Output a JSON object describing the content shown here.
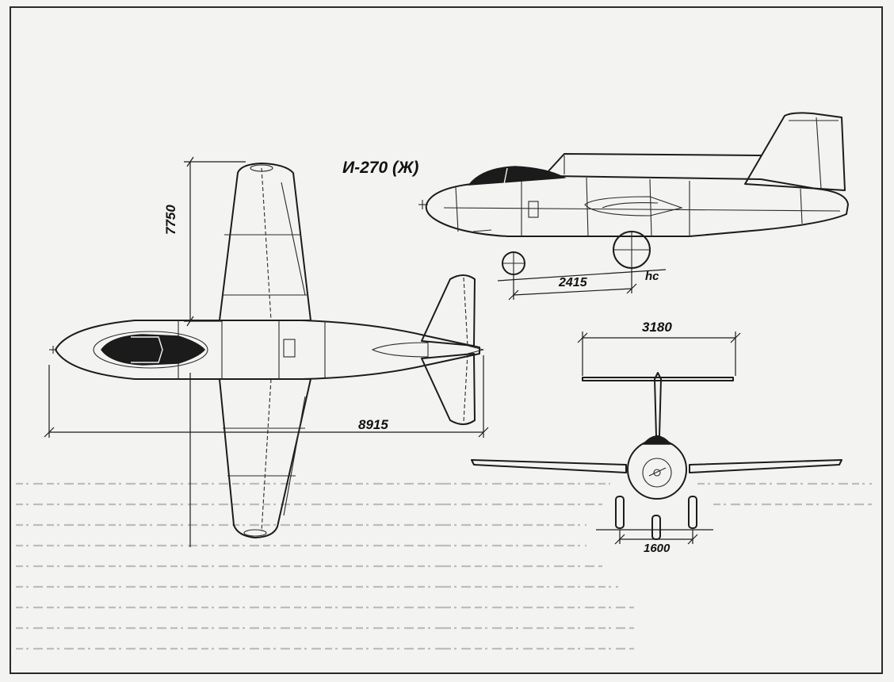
{
  "title": "И-270 (Ж)",
  "dimensions": {
    "half_span": "7750",
    "length": "8915",
    "wheelbase": "2415",
    "tail_span": "3180",
    "track": "1600"
  },
  "ground_line_label": "hc"
}
